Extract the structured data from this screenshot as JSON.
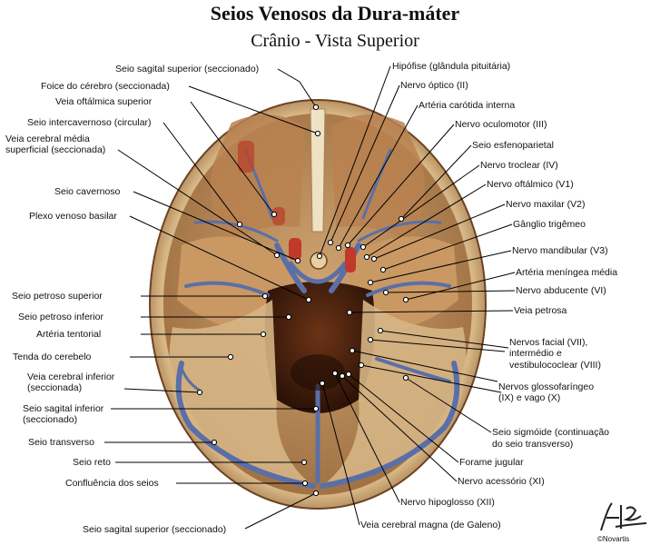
{
  "header": {
    "title": "Seios Venosos da Dura-máter",
    "subtitle": "Crânio - Vista Superior"
  },
  "labels_left": [
    "Seio sagital superior (seccionado)",
    "Foice do cérebro (seccionada)",
    "Veia oftálmica superior",
    "Seio intercavernoso (circular)",
    "Veia cerebral média",
    "superficial (seccionada)",
    "Seio cavernoso",
    "Plexo venoso basilar",
    "Seio petroso superior",
    "Seio petroso inferior",
    "Artéria tentorial",
    "Tenda do cerebelo",
    "Veia cerebral inferior",
    "(seccionada)",
    "Seio sagital inferior",
    "(seccionado)",
    "Seio transverso",
    "Seio reto",
    "Confluência dos seios",
    "Seio sagital superior (seccionado)"
  ],
  "labels_right": [
    "Hipófise (glândula pituitária)",
    "Nervo óptico (II)",
    "Artéria carótida interna",
    "Nervo oculomotor (III)",
    "Seio esfenoparietal",
    "Nervo troclear (IV)",
    "Nervo oftálmico (V1)",
    "Nervo maxilar (V2)",
    "Gânglio trigêmeo",
    "Nervo mandibular (V3)",
    "Artéria meníngea média",
    "Nervo abducente (VI)",
    "Veia petrosa",
    "Nervos facial (VII),",
    "intermédio e",
    "vestibulococlear (VIII)",
    "Nervos glossofaríngeo",
    "(IX) e vago (X)",
    "Seio sigmóide (continuação",
    "do seio transverso)",
    "Forame jugular",
    "Nervo acessório (XI)",
    "Nervo hipoglosso (XII)",
    "Veia cerebral magna (de Galeno)"
  ],
  "signature": {
    "credit": "©Novartis"
  },
  "colors": {
    "bone": "#d9b98c",
    "dura": "#b98a56",
    "dark_cavity": "#3a1a0c",
    "sinus_blue": "#5a6fa8",
    "artery_red": "#c0392b",
    "leader": "#000000"
  }
}
